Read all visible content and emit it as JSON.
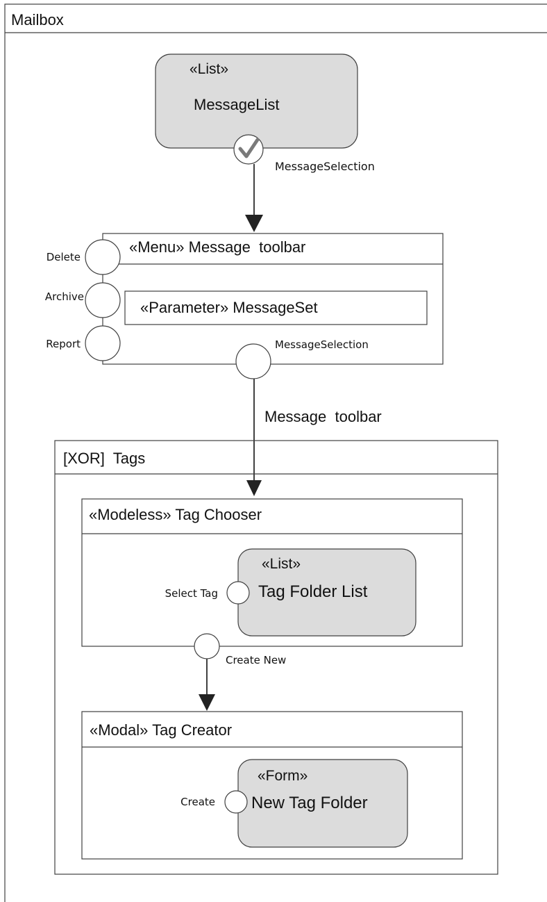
{
  "diagram": {
    "frame": {
      "title": "Mailbox"
    },
    "message_list": {
      "stereotype": "«List»",
      "name": "MessageList",
      "port_label": "MessageSelection",
      "port_icon": "checkmark-icon"
    },
    "message_toolbar": {
      "title": "«Menu» Message  toolbar",
      "parameter": "«Parameter» MessageSet",
      "ports": [
        {
          "label": "Delete"
        },
        {
          "label": "Archive"
        },
        {
          "label": "Report"
        }
      ],
      "bottom_port_label": "MessageSelection",
      "flow_label": "Message  toolbar"
    },
    "tags": {
      "title": "[XOR]  Tags",
      "tag_chooser": {
        "title": "«Modeless» Tag Chooser",
        "list_stereotype": "«List»",
        "list_name": "Tag Folder List",
        "port_label": "Select Tag",
        "exit_port_label": "Create New"
      },
      "tag_creator": {
        "title": "«Modal» Tag Creator",
        "form_stereotype": "«Form»",
        "form_name": "New Tag Folder",
        "port_label": "Create"
      }
    },
    "colors": {
      "line": "#404040",
      "fill": "#dcdcdc",
      "check": "#7a7a7a",
      "background": "#ffffff"
    }
  }
}
